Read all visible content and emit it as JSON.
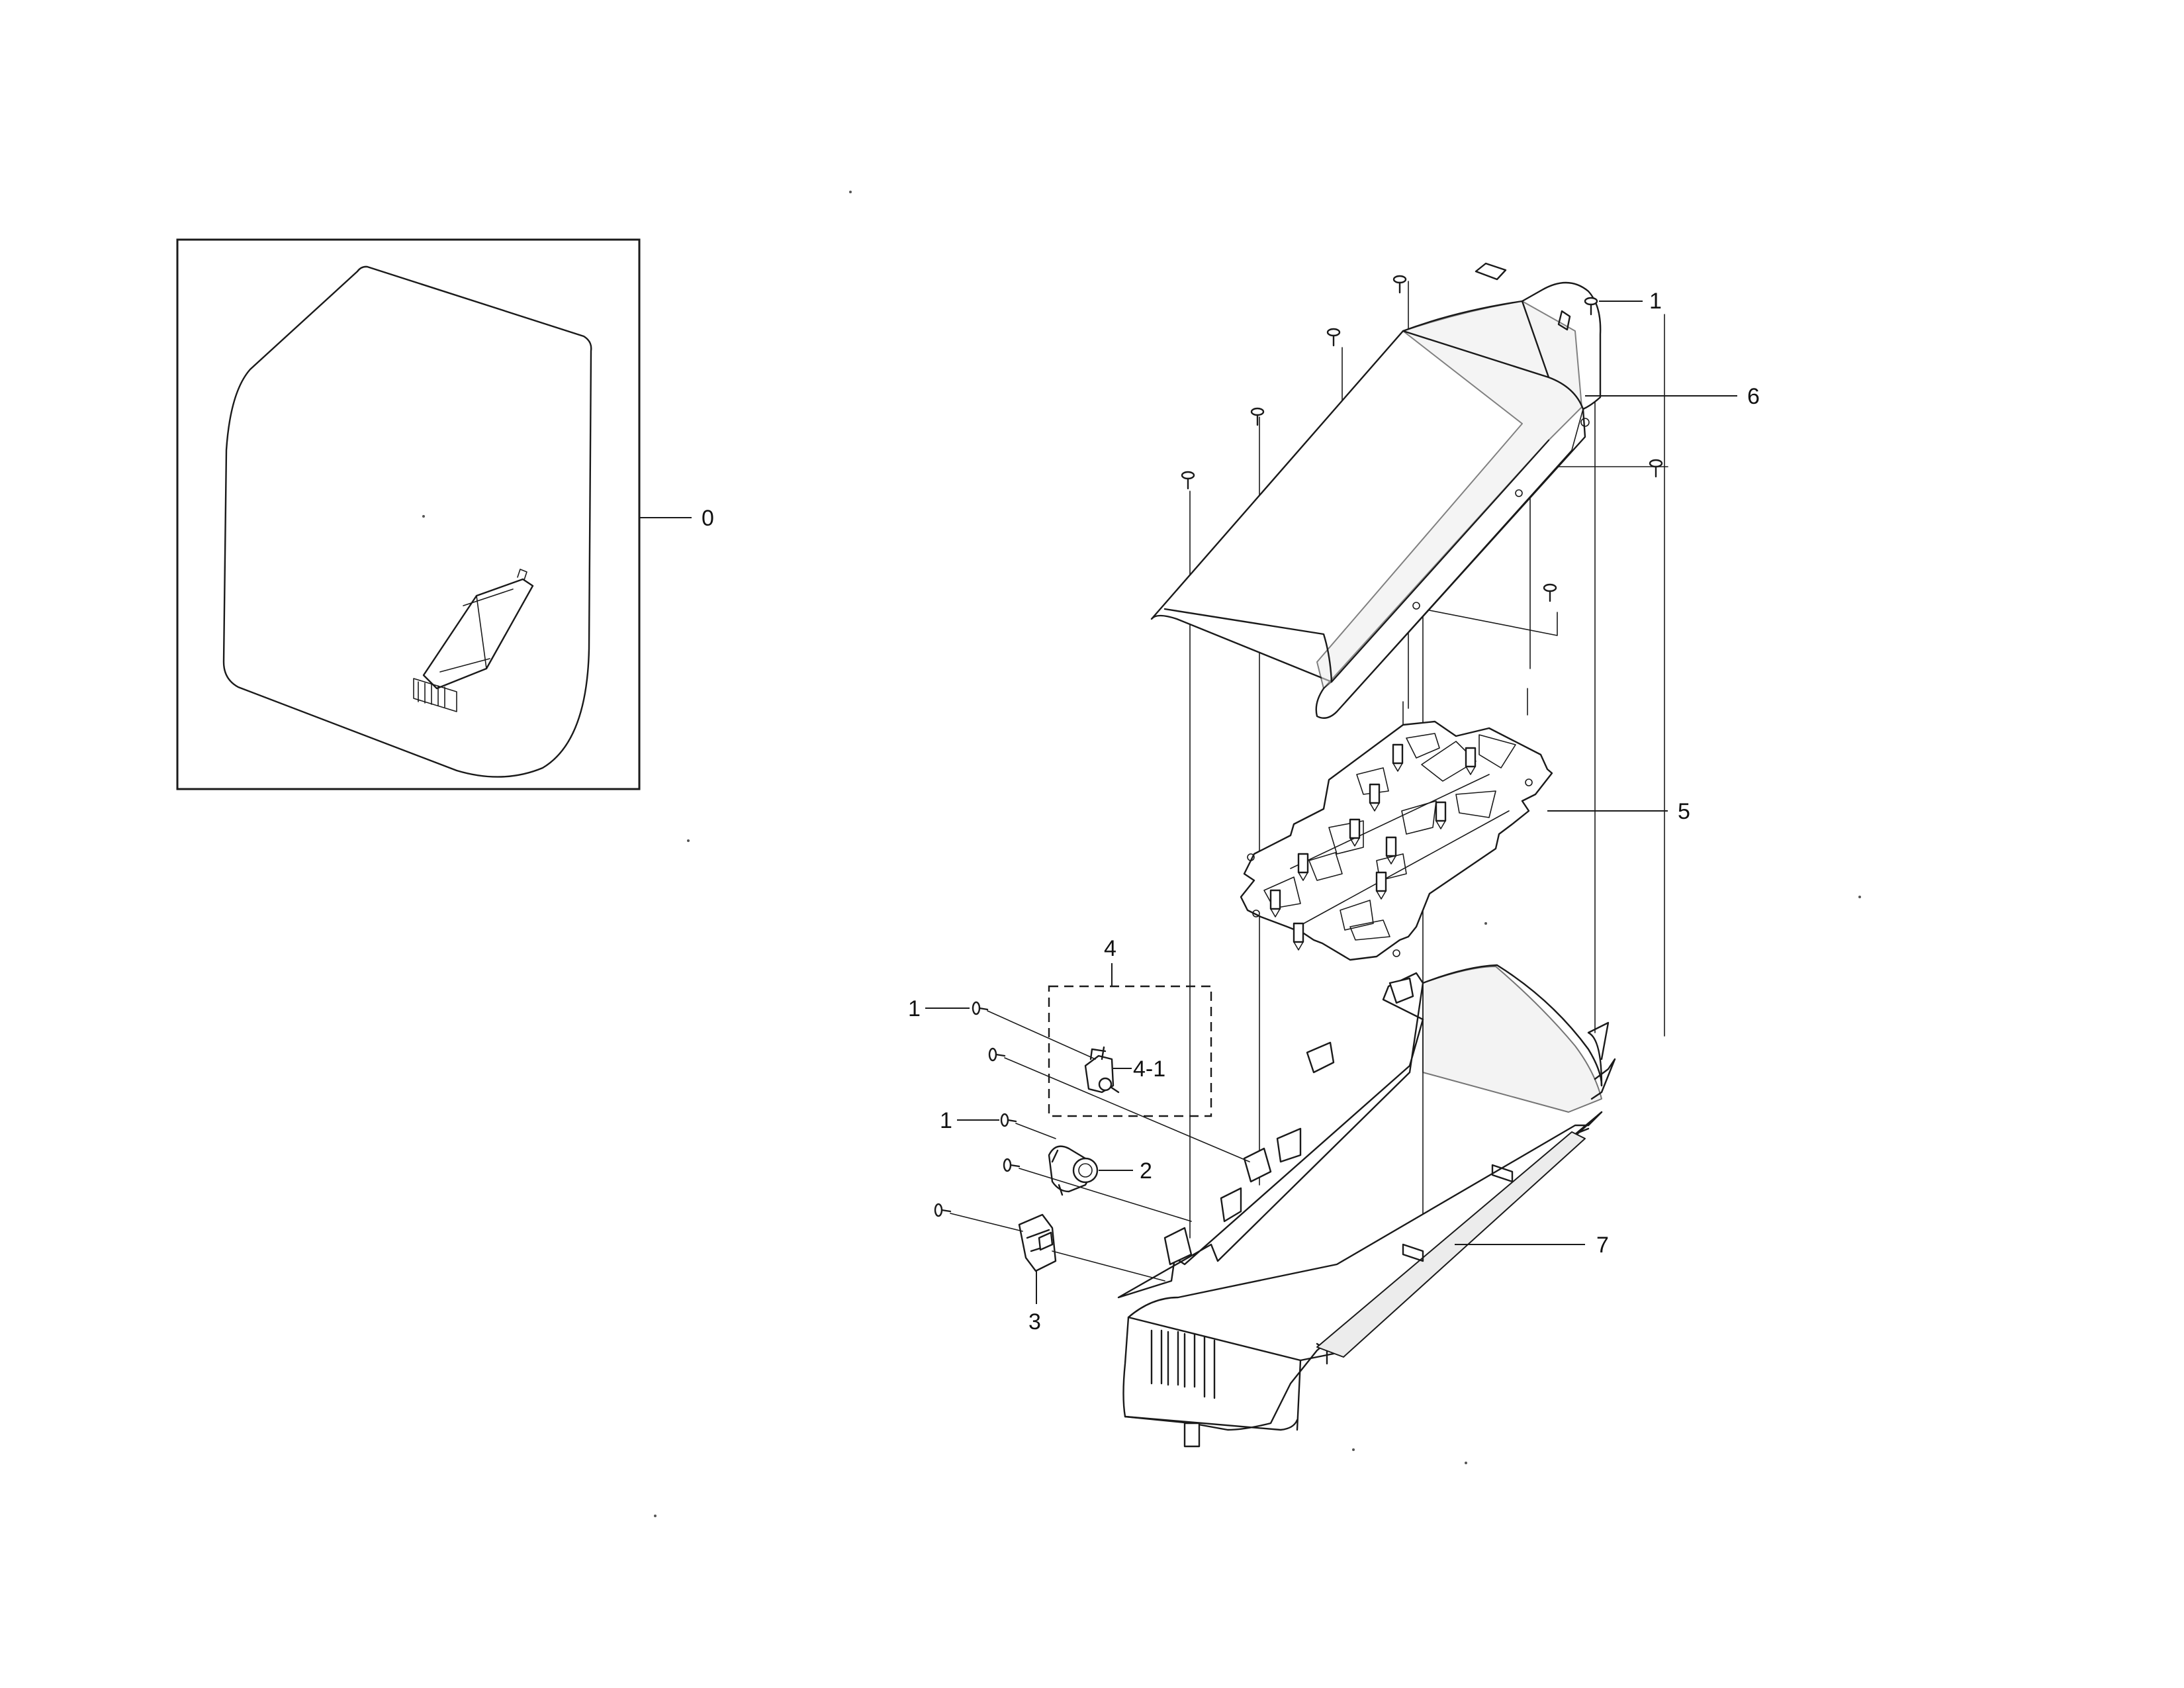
{
  "labels": {
    "l0": "0",
    "l1a": "1",
    "l1b": "1",
    "l1c": "1",
    "l2": "2",
    "l3": "3",
    "l4": "4",
    "l41": "4-1",
    "l5": "5",
    "l6": "6",
    "l7": "7"
  },
  "colors": {
    "line": "#1a1a1a",
    "shade": "#ececec",
    "background": "#ffffff"
  }
}
